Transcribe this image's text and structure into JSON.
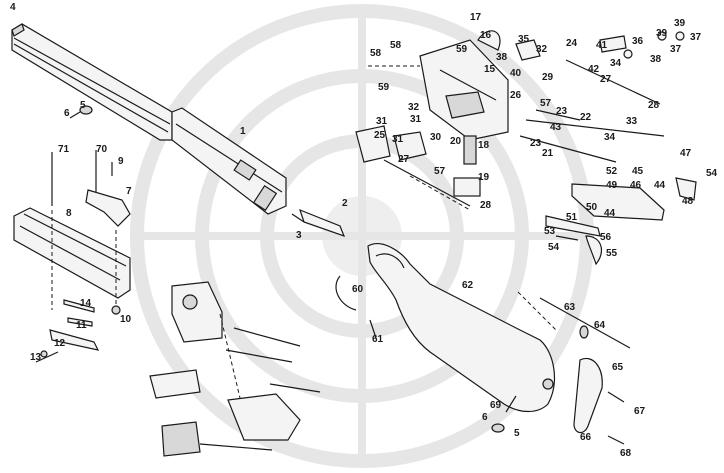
{
  "watermark": {
    "color": "#e6e6e6"
  },
  "callouts": [
    {
      "id": "c4",
      "text": "4"
    },
    {
      "id": "c5a",
      "text": "5"
    },
    {
      "id": "c6a",
      "text": "6"
    },
    {
      "id": "c1",
      "text": "1"
    },
    {
      "id": "c71",
      "text": "71"
    },
    {
      "id": "c70",
      "text": "70"
    },
    {
      "id": "c9",
      "text": "9"
    },
    {
      "id": "c7",
      "text": "7"
    },
    {
      "id": "c8",
      "text": "8"
    },
    {
      "id": "c2",
      "text": "2"
    },
    {
      "id": "c3",
      "text": "3"
    },
    {
      "id": "c10",
      "text": "10"
    },
    {
      "id": "c14",
      "text": "14"
    },
    {
      "id": "c11",
      "text": "11"
    },
    {
      "id": "c12",
      "text": "12"
    },
    {
      "id": "c13",
      "text": "13"
    },
    {
      "id": "c17",
      "text": "17"
    },
    {
      "id": "c16",
      "text": "16"
    },
    {
      "id": "c58a",
      "text": "58"
    },
    {
      "id": "c58b",
      "text": "58"
    },
    {
      "id": "c59a",
      "text": "59"
    },
    {
      "id": "c59b",
      "text": "59"
    },
    {
      "id": "c15",
      "text": "15"
    },
    {
      "id": "c38a",
      "text": "38"
    },
    {
      "id": "c35",
      "text": "35"
    },
    {
      "id": "c32a",
      "text": "32"
    },
    {
      "id": "c24",
      "text": "24"
    },
    {
      "id": "c41",
      "text": "41"
    },
    {
      "id": "c36",
      "text": "36"
    },
    {
      "id": "c39a",
      "text": "39"
    },
    {
      "id": "c39b",
      "text": "39"
    },
    {
      "id": "c37a",
      "text": "37"
    },
    {
      "id": "c37b",
      "text": "37"
    },
    {
      "id": "c38b",
      "text": "38"
    },
    {
      "id": "c34a",
      "text": "34"
    },
    {
      "id": "c42",
      "text": "42"
    },
    {
      "id": "c27a",
      "text": "27"
    },
    {
      "id": "c40",
      "text": "40"
    },
    {
      "id": "c29",
      "text": "29"
    },
    {
      "id": "c26",
      "text": "26"
    },
    {
      "id": "c57a",
      "text": "57"
    },
    {
      "id": "c28a",
      "text": "28"
    },
    {
      "id": "c32b",
      "text": "32"
    },
    {
      "id": "c23a",
      "text": "23"
    },
    {
      "id": "c22",
      "text": "22"
    },
    {
      "id": "c33",
      "text": "33"
    },
    {
      "id": "c31a",
      "text": "31"
    },
    {
      "id": "c31b",
      "text": "31"
    },
    {
      "id": "c43",
      "text": "43"
    },
    {
      "id": "c25",
      "text": "25"
    },
    {
      "id": "c31c",
      "text": "31"
    },
    {
      "id": "c30",
      "text": "30"
    },
    {
      "id": "c20",
      "text": "20"
    },
    {
      "id": "c18",
      "text": "18"
    },
    {
      "id": "c34b",
      "text": "34"
    },
    {
      "id": "c23b",
      "text": "23"
    },
    {
      "id": "c21",
      "text": "21"
    },
    {
      "id": "c27b",
      "text": "27"
    },
    {
      "id": "c57b",
      "text": "57"
    },
    {
      "id": "c19",
      "text": "19"
    },
    {
      "id": "c28b",
      "text": "28"
    },
    {
      "id": "c47",
      "text": "47"
    },
    {
      "id": "c54a",
      "text": "54"
    },
    {
      "id": "c52",
      "text": "52"
    },
    {
      "id": "c45",
      "text": "45"
    },
    {
      "id": "c49",
      "text": "49"
    },
    {
      "id": "c46",
      "text": "46"
    },
    {
      "id": "c44a",
      "text": "44"
    },
    {
      "id": "c48",
      "text": "48"
    },
    {
      "id": "c50",
      "text": "50"
    },
    {
      "id": "c51",
      "text": "51"
    },
    {
      "id": "c44b",
      "text": "44"
    },
    {
      "id": "c53",
      "text": "53"
    },
    {
      "id": "c56",
      "text": "56"
    },
    {
      "id": "c54b",
      "text": "54"
    },
    {
      "id": "c55",
      "text": "55"
    },
    {
      "id": "c62",
      "text": "62"
    },
    {
      "id": "c60",
      "text": "60"
    },
    {
      "id": "c61",
      "text": "61"
    },
    {
      "id": "c63",
      "text": "63"
    },
    {
      "id": "c64",
      "text": "64"
    },
    {
      "id": "c65",
      "text": "65"
    },
    {
      "id": "c67",
      "text": "67"
    },
    {
      "id": "c69",
      "text": "69"
    },
    {
      "id": "c6b",
      "text": "6"
    },
    {
      "id": "c5b",
      "text": "5"
    },
    {
      "id": "c66",
      "text": "66"
    },
    {
      "id": "c68",
      "text": "68"
    }
  ]
}
